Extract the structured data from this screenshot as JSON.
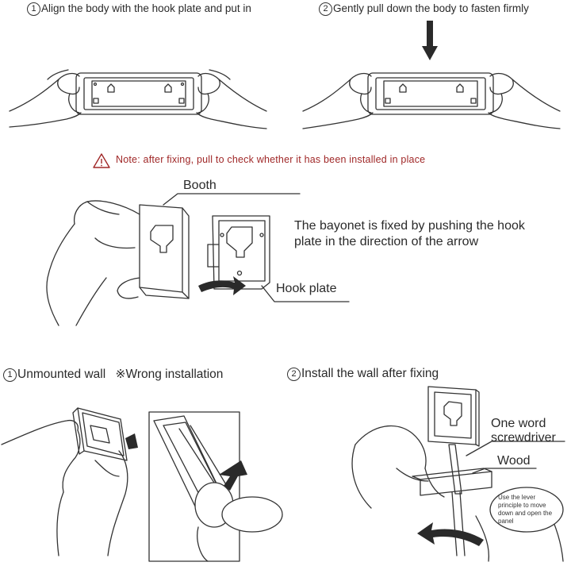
{
  "steps": {
    "step1_num": "1",
    "step1_text": "Align the body with the hook plate and put in",
    "step2_num": "2",
    "step2_text": "Gently pull down the body to fasten firmly"
  },
  "note": {
    "text": "Note: after fixing, pull to check whether it has been installed in place"
  },
  "middle": {
    "booth_label": "Booth",
    "hook_plate_label": "Hook plate",
    "description_line1": "The bayonet is fixed by pushing the hook",
    "description_line2": "plate in the direction of the arrow"
  },
  "bottom_left": {
    "num": "1",
    "title": "Unmounted wall",
    "wrong_mark": "※",
    "wrong_text": "Wrong installation"
  },
  "bottom_right": {
    "num": "2",
    "title": "Install the wall after fixing",
    "screwdriver_line1": "One word",
    "screwdriver_line2": "screwdriver",
    "wood_label": "Wood",
    "lever_note": "Use the lever principle to move down and open the panel"
  },
  "colors": {
    "note": "#a02828",
    "ink": "#333333",
    "arrow": "#2a2a2a"
  },
  "icons": [
    "warning-triangle-icon",
    "down-arrow-icon",
    "curved-arrow-icon"
  ]
}
